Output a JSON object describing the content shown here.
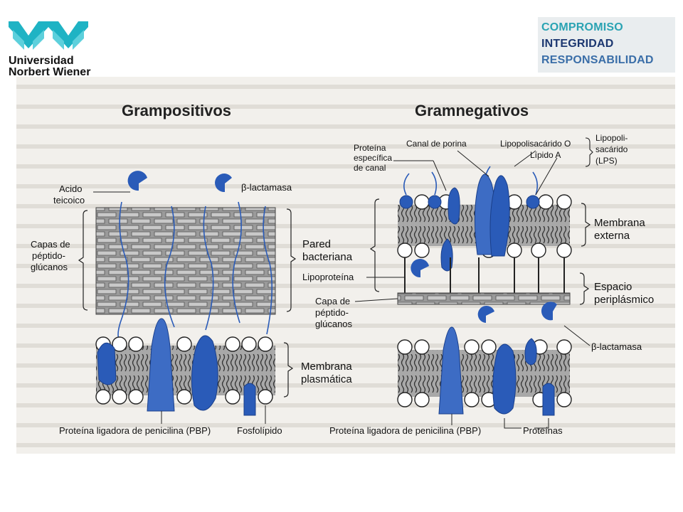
{
  "header": {
    "university_line1": "Universidad",
    "university_line2": "Norbert Wiener",
    "motto": [
      "COMPROMISO",
      "INTEGRIDAD",
      "RESPONSABILIDAD"
    ],
    "colors": {
      "teal": "#1fb3c4",
      "navy": "#1a3a6b",
      "motto_teal": "#2aa3b3",
      "motto_navy": "#1c3770",
      "motto_blue": "#3a6ea8"
    }
  },
  "figure": {
    "gram_pos": {
      "title": "Grampositivos",
      "acido_1": "Acido",
      "acido_2": "teicoico",
      "beta_lactamasa": "β-lactamasa",
      "capas_1": "Capas de",
      "capas_2": "péptido-",
      "capas_3": "glúcanos",
      "pbp": "Proteína ligadora de penicilina (PBP)",
      "fosfolipido": "Fosfolípido"
    },
    "middle": {
      "pared_1": "Pared",
      "pared_2": "bacteriana",
      "membrana_1": "Membrana",
      "membrana_2": "plasmática"
    },
    "gram_neg": {
      "title": "Gramnegativos",
      "proteina_1": "Proteína",
      "proteina_2": "específica",
      "proteina_3": "de canal",
      "canal_porina": "Canal de porina",
      "lipopolisacarido_o": "Lipopolisacárido O",
      "lipido_a": "Lípido A",
      "lps_1": "Lipopoli-",
      "lps_2": "sacárido",
      "lps_3": "(LPS)",
      "membrana_ext_1": "Membrana",
      "membrana_ext_2": "externa",
      "lipoproteina": "Lipoproteína",
      "capa_1": "Capa de",
      "capa_2": "péptido-",
      "capa_3": "glúcanos",
      "espacio_1": "Espacio",
      "espacio_2": "periplásmico",
      "beta_lactamasa": "β-lactamasa",
      "pbp": "Proteína ligadora de penicilina (PBP)",
      "proteinas": "Proteínas"
    },
    "colors": {
      "protein": "#2a5bb8",
      "protein_dark": "#1a3f8a",
      "mesh": "#8a8a8a",
      "mesh_light": "#c4c4c4",
      "paper": "#f2f0ec"
    }
  }
}
